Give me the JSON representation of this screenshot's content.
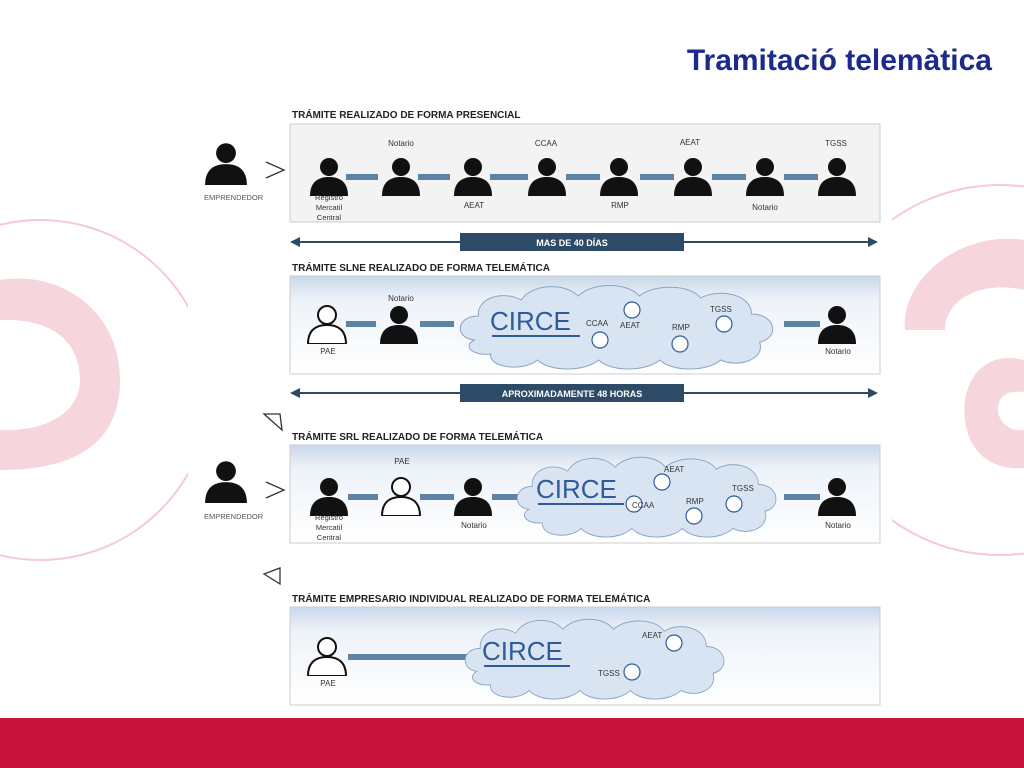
{
  "slide": {
    "title": "Tramitació telemàtica",
    "colors": {
      "title": "#1b2a8c",
      "footer": "#c8143c",
      "connector": "#5d84a6",
      "duration_bar": "#2d4a66",
      "cloud": "#d9e4f2",
      "circe_logo": "#2f5b9a"
    }
  },
  "diagram": {
    "emprendedor_label": "EMPRENDEDOR",
    "circe_logo": "CIRCE",
    "duration_1": "MAS DE 40 DÍAS",
    "duration_2": "APROXIMADAMENTE 48 HORAS",
    "section1": {
      "title": "TRÁMITE REALIZADO DE FORMA PRESENCIAL",
      "top_labels": [
        "Notario",
        "CCAA",
        "AEAT",
        "TGSS"
      ],
      "bottom_labels": [
        "Registro",
        "Mercatil",
        "Central",
        "AEAT",
        "RMP",
        "Notario"
      ]
    },
    "section2": {
      "title": "TRÁMITE SLNE REALIZADO DE FORMA TELEMÁTICA",
      "labels": [
        "PAE",
        "Notario",
        "CCAA",
        "AEAT",
        "RMP",
        "TGSS",
        "Notario"
      ]
    },
    "section3": {
      "title": "TRÁMITE SRL REALIZADO DE FORMA TELEMÁTICA",
      "labels": [
        "Registro",
        "Mercatil",
        "Central",
        "PAE",
        "Notario",
        "AEAT",
        "CCAA",
        "RMP",
        "TGSS",
        "Notario"
      ]
    },
    "section4": {
      "title": "TRÁMITE EMPRESARIO INDIVIDUAL REALIZADO DE FORMA TELEMÁTICA",
      "labels": [
        "PAE",
        "AEAT",
        "TGSS"
      ]
    }
  }
}
